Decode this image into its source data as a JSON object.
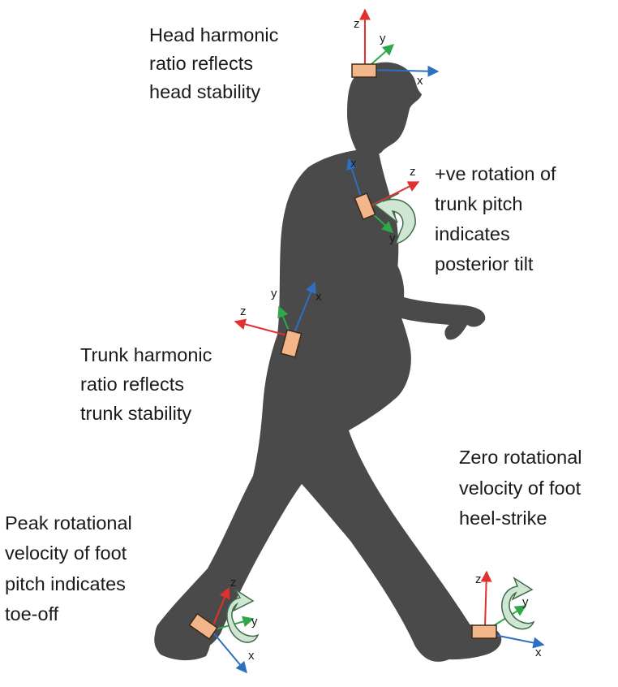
{
  "colors": {
    "silhouette": "#4a4a4a",
    "sensor_fill": "#f3b68a",
    "sensor_stroke": "#3a2a1a",
    "axis_x": "#2f6fc0",
    "axis_y": "#2ea84a",
    "axis_z": "#e03030",
    "rotation_arrow_fill": "#cfe7d2",
    "rotation_arrow_stroke": "#3f6b4a"
  },
  "axes": {
    "x": "x",
    "y": "y",
    "z": "z"
  },
  "captions": {
    "head": [
      "Head harmonic",
      "ratio reflects",
      "head stability"
    ],
    "trunk_pitch": [
      "+ve rotation of",
      "trunk pitch",
      "indicates",
      "posterior tilt"
    ],
    "trunk": [
      "Trunk harmonic",
      "ratio reflects",
      "trunk stability"
    ],
    "heel_strike": [
      "Zero rotational",
      "velocity of foot",
      "heel-strike"
    ],
    "toe_off": [
      "Peak rotational",
      "velocity of foot",
      "pitch indicates",
      "toe-off"
    ]
  }
}
